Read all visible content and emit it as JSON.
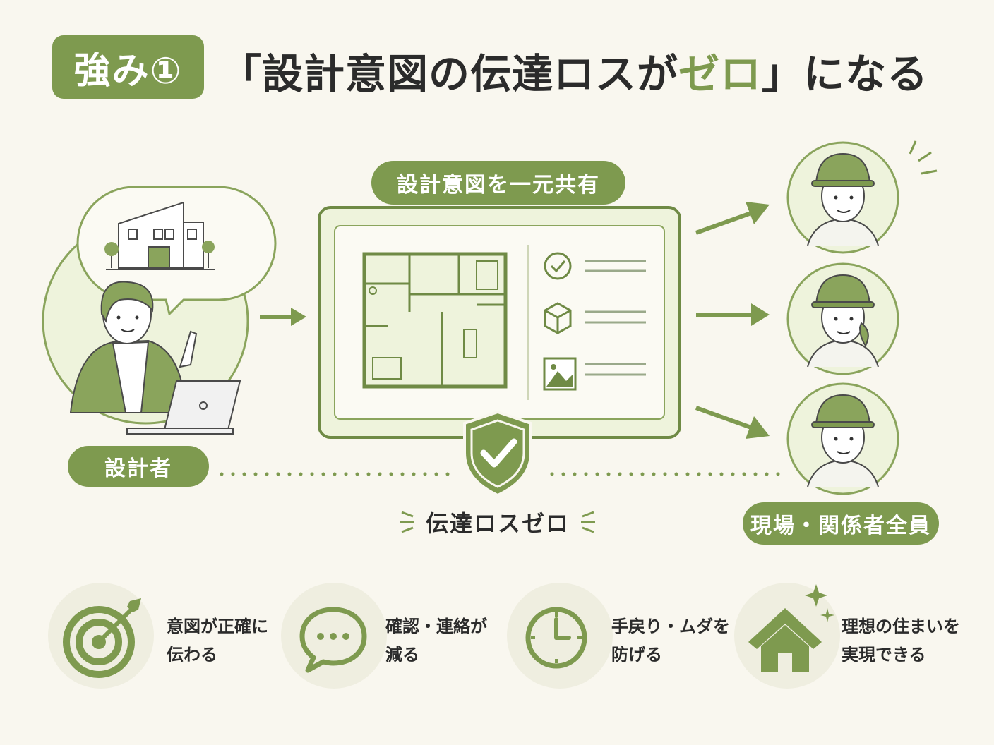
{
  "header": {
    "badge": "強み①",
    "title_prefix": "「設計意図の伝達ロスが",
    "title_accent": "ゼロ",
    "title_suffix": "」になる"
  },
  "center": {
    "share_label": "設計意図を一元共有",
    "zero_loss_label": "伝達ロスゼロ"
  },
  "left": {
    "designer_label": "設計者"
  },
  "right": {
    "workers_label": "現場・関係者全員"
  },
  "benefits": [
    {
      "line1": "意図が正確に",
      "line2": "伝わる",
      "icon": "target-icon"
    },
    {
      "line1": "確認・連絡が",
      "line2": "減る",
      "icon": "chat-bubble-icon"
    },
    {
      "line1": "手戻り・ムダを",
      "line2": "防げる",
      "icon": "clock-icon"
    },
    {
      "line1": "理想の住まいを",
      "line2": "実現できる",
      "icon": "house-icon"
    }
  ],
  "colors": {
    "accent": "#7e9a4f",
    "accent_light": "#eef3dc",
    "background": "#f9f7ef",
    "text": "#2b2b2b"
  }
}
